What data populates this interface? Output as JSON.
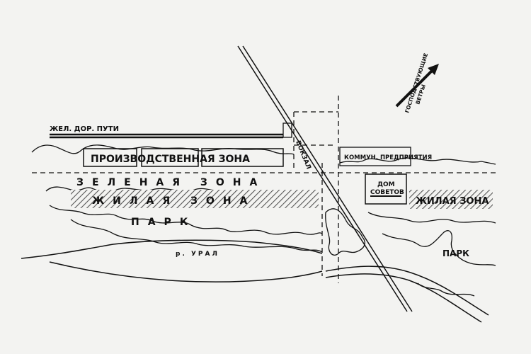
{
  "map": {
    "labels": {
      "railway": "ЖЕЛ. ДОР. ПУТИ",
      "industrial_zone": "ПРОИЗВОДСТВЕННАЯ ЗОНА",
      "station": "ВОКЗАЛ",
      "communal": "КОММУН. ПРЕДПРИЯТИЯ",
      "green_zone": "ЗЕЛЕНАЯ ЗОНА",
      "residential_zone_left": "ЖИЛАЯ ЗОНА",
      "residential_zone_right": "ЖИЛАЯ ЗОНА",
      "soviets_house_line1": "ДОМ",
      "soviets_house_line2": "СОВЕТОВ",
      "park_left": "ПАРК",
      "park_right": "ПАРК",
      "river": "р. УРАЛ",
      "winds_line1": "ГОСПОДСТВУЮЩИЕ",
      "winds_line2": "ВЕТРЫ"
    },
    "colors": {
      "ink": "#111111",
      "paper": "#f3f3f1"
    },
    "icons": [
      "prevailing-wind-arrow"
    ]
  }
}
